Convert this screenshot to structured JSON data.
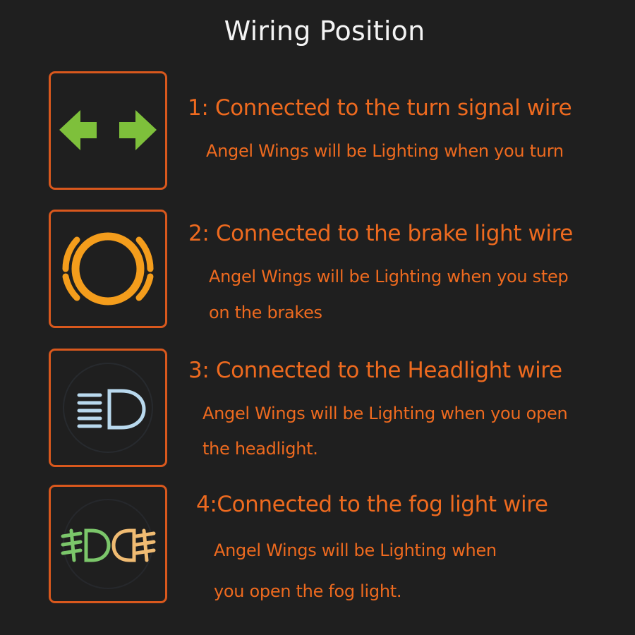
{
  "page": {
    "title": "Wiring Position"
  },
  "colors": {
    "background": "#1f1f1f",
    "title": "#f4f4f4",
    "accent": "#ee6a1f",
    "box_border": "#d9581d",
    "turn_signal_green": "#7ec03b",
    "brake_orange": "#f49d1c",
    "headlight_blue": "#b9d9ee",
    "fog_green": "#7bc66a",
    "fog_peach": "#f0bb72"
  },
  "items": [
    {
      "icon": "turn-signal-arrows-icon",
      "heading": "1: Connected to the turn signal wire",
      "desc": [
        "Angel Wings will be Lighting when you turn"
      ]
    },
    {
      "icon": "brake-warning-icon",
      "heading": "2: Connected to the brake light wire",
      "desc": [
        "Angel Wings will be Lighting when you step",
        "on the brakes"
      ]
    },
    {
      "icon": "headlight-icon",
      "heading": "3: Connected to the Headlight  wire",
      "desc": [
        "Angel Wings will be Lighting when you open",
        "the headlight."
      ]
    },
    {
      "icon": "fog-light-icon",
      "heading": "4:Connected to the fog light wire",
      "desc": [
        "Angel Wings will be Lighting when",
        "you open the fog light."
      ]
    }
  ]
}
